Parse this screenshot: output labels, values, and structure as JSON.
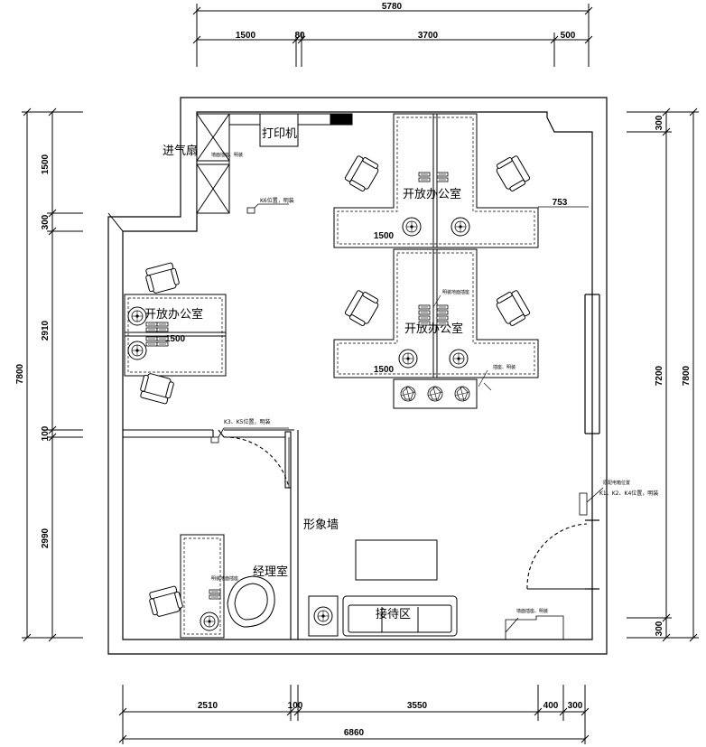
{
  "dimensions": {
    "top_total": "5780",
    "top_segments": [
      "1500",
      "80",
      "3700",
      "500"
    ],
    "bottom_segments": [
      "2510",
      "100",
      "3550",
      "400",
      "300"
    ],
    "bottom_total": "6860",
    "left_total": "7800",
    "left_segments": [
      "1500",
      "300",
      "2910",
      "100",
      "2990"
    ],
    "right_total": "7800",
    "right_sub_total": "7200",
    "right_segments": [
      "300",
      "300"
    ]
  },
  "rooms": {
    "open_office_top": "开放办公室",
    "open_office_middle": "开放办公室",
    "open_office_left": "开放办公室",
    "manager_office": "经理室",
    "reception": "接待区",
    "image_wall": "形象墙",
    "printer": "打印机",
    "air_intake": "进气扇"
  },
  "annotations": {
    "desk_width_top": "1500",
    "desk_width_middle": "1500",
    "desk_width_left": "1500",
    "desk_gap": "753",
    "k6": "K6位置，明装",
    "k3_k5": "K3、K5位置，明装",
    "k1_k2_k4": "K1、K2、K4位置，明装",
    "distribution_box": "原配电箱位置",
    "wall_socket_top": "墙面插座、明装",
    "floor_socket_mid": "明装地面插座",
    "socket_mid_right": "插座、明装",
    "floor_socket_manager": "明装地面插座",
    "wall_socket_bottom": "墙面插座、明装"
  }
}
